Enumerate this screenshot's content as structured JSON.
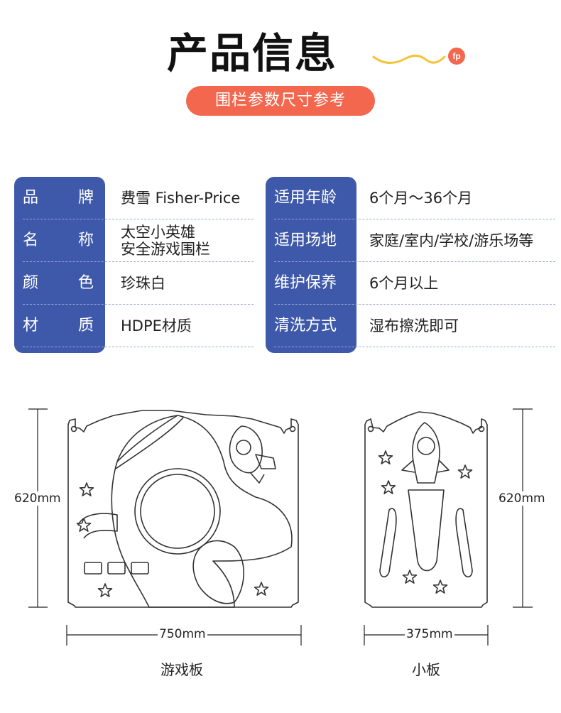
{
  "header": {
    "title": "产品信息",
    "subtitle": "围栏参数尺寸参考",
    "logo_text": "fp",
    "accent_color": "#f2674e",
    "deco_color": "#f5c338"
  },
  "specs": {
    "panel_color": "#3f59aa",
    "left": [
      {
        "label": "品　牌",
        "value": "费雪 Fisher-Price"
      },
      {
        "label": "名　称",
        "value": "太空小英雄\n安全游戏围栏"
      },
      {
        "label": "颜　色",
        "value": "珍珠白"
      },
      {
        "label": "材　质",
        "value": "HDPE材质"
      }
    ],
    "right": [
      {
        "label": "适用年龄",
        "value": "6个月～36个月"
      },
      {
        "label": "适用场地",
        "value": "家庭/室内/学校/游乐场等"
      },
      {
        "label": "维护保养",
        "value": "6个月以上"
      },
      {
        "label": "清洗方式",
        "value": "湿布擦洗即可"
      }
    ]
  },
  "diagrams": {
    "game_panel": {
      "height_label": "620mm",
      "width_label": "750mm",
      "caption": "游戏板"
    },
    "small_panel": {
      "height_label": "620mm",
      "width_label": "375mm",
      "caption": "小板"
    }
  }
}
